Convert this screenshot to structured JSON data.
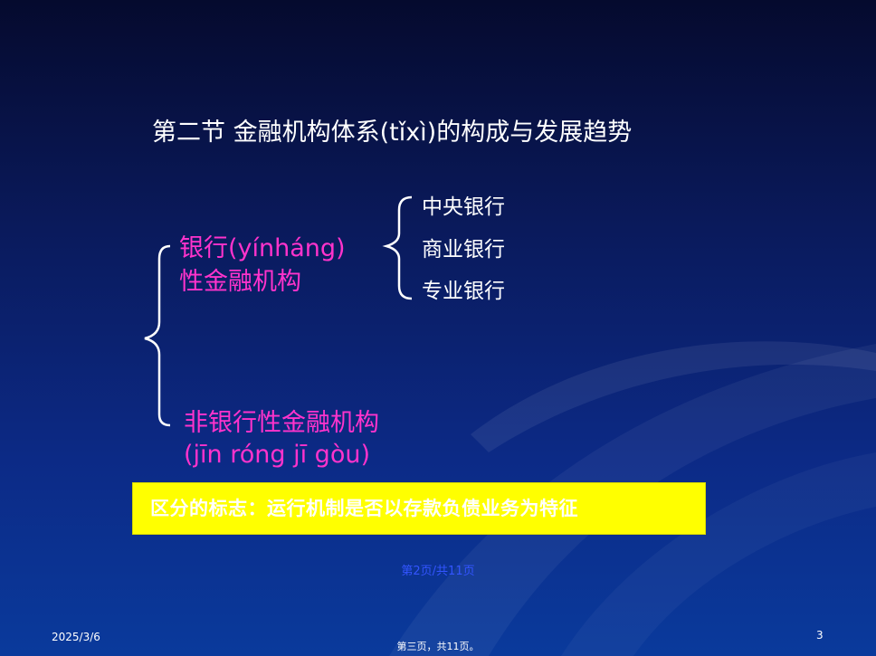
{
  "slide": {
    "title": "第二节  金融机构体系(tǐxì)的构成与发展趋势",
    "bank_category": {
      "line1": "银行(yínháng)",
      "line2": "性金融机构",
      "items": [
        "中央银行",
        "商业银行",
        "专业银行"
      ]
    },
    "nonbank_category": {
      "line1": "非银行性金融机构",
      "line2": "(jīn róng jī gòu)"
    },
    "highlight_text": "区分的标志：运行机制是否以存款负债业务为特征",
    "page_note": "第2页/共11页",
    "date": "2025/3/6",
    "slide_number": "3",
    "footer_note": "第三页，共11页。"
  },
  "colors": {
    "background_top": "#050a2e",
    "background_bottom": "#0a3a9c",
    "title": "#ffffff",
    "category": "#ff33cc",
    "highlight_box": "#ffff00",
    "page_note": "#3355ff"
  }
}
